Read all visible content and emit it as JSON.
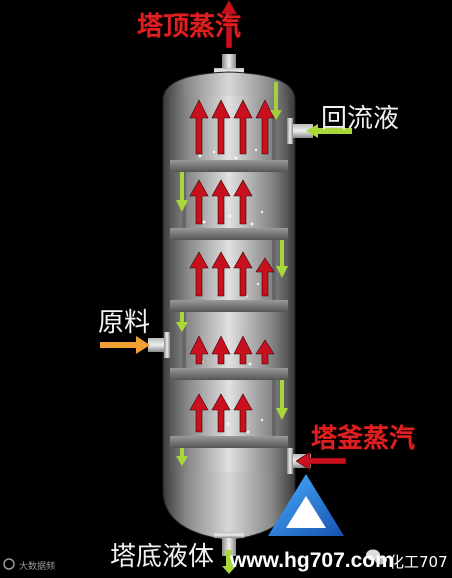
{
  "labels": {
    "top_vapor": "塔顶蒸汽",
    "reflux": "回流液",
    "feed": "原料",
    "reboiler_vapor": "塔釜蒸汽",
    "bottom_liquid": "塔底液体"
  },
  "watermarks": {
    "website": "www.hg707.com",
    "account": "化工707",
    "source_logo": "大数据频"
  },
  "colors": {
    "vapor_arrow": "#c8101e",
    "liquid_arrow": "#a8d83a",
    "feed_arrow": "#f0a030",
    "label_red": "#e02020",
    "label_white": "#f2f2f2",
    "logo_blue": "#1e6fd0"
  }
}
